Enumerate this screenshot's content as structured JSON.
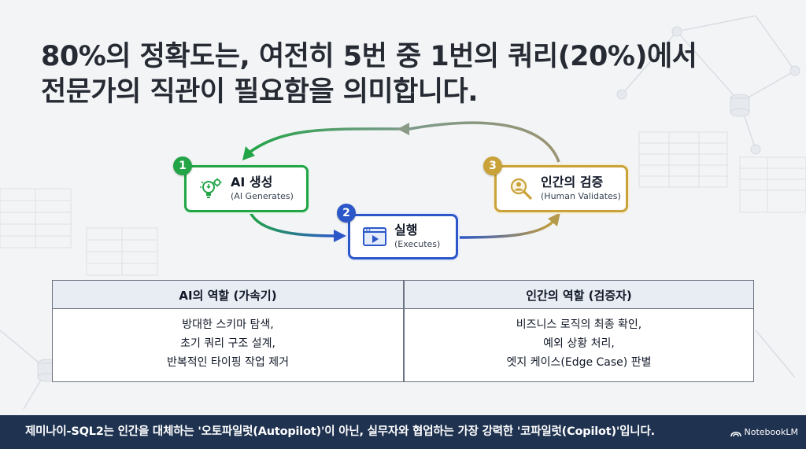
{
  "headline": {
    "line1": "80%의 정확도는, 여전히 5번 중 1번의 쿼리(20%)에서",
    "line2": "전문가의 직관이 필요함을 의미합니다."
  },
  "steps": [
    {
      "number": "1",
      "title": "AI 생성",
      "subtitle": "(AI Generates)",
      "icon": "lightbulb-gear-icon",
      "color": "#22a447"
    },
    {
      "number": "2",
      "title": "실행",
      "subtitle": "(Executes)",
      "icon": "play-window-icon",
      "color": "#2b57c9"
    },
    {
      "number": "3",
      "title": "인간의 검증",
      "subtitle": "(Human Validates)",
      "icon": "magnifier-person-icon",
      "color": "#c9a23a"
    }
  ],
  "roles": {
    "ai": {
      "header": "AI의 역할 (가속기)",
      "items": [
        "방대한 스키마 탐색,",
        "초기 쿼리 구조 설계,",
        "반복적인 타이핑 작업 제거"
      ]
    },
    "human": {
      "header": "인간의 역할 (검증자)",
      "items": [
        "비즈니스 로직의 최종 확인,",
        "예외 상황 처리,",
        "엣지 케이스(Edge Case) 판별"
      ]
    }
  },
  "footer": {
    "text": "제미나이-SQL2는 인간을 대체하는 '오토파일럿(Autopilot)'이 아닌, 실무자와 협업하는 가장 강력한 '코파일럿(Copilot)'입니다.",
    "brand": "NotebookLM"
  },
  "colors": {
    "green": "#22a447",
    "blue": "#2b57c9",
    "gold": "#c9a23a",
    "footer_bg": "#1f3250"
  }
}
